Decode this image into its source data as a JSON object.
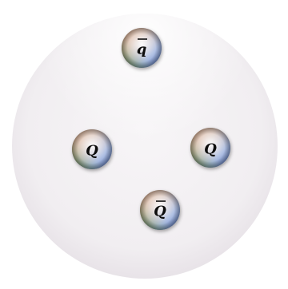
{
  "diagram": {
    "background_color": "#ffffff",
    "bubble_color": "#f2eff2",
    "particles": [
      {
        "id": "antiquark-light",
        "label": "q",
        "overbar": true
      },
      {
        "id": "quark-heavy-left",
        "label": "Q",
        "overbar": false
      },
      {
        "id": "quark-heavy-right",
        "label": "Q",
        "overbar": false
      },
      {
        "id": "antiquark-heavy",
        "label": "Q",
        "overbar": true
      }
    ]
  }
}
